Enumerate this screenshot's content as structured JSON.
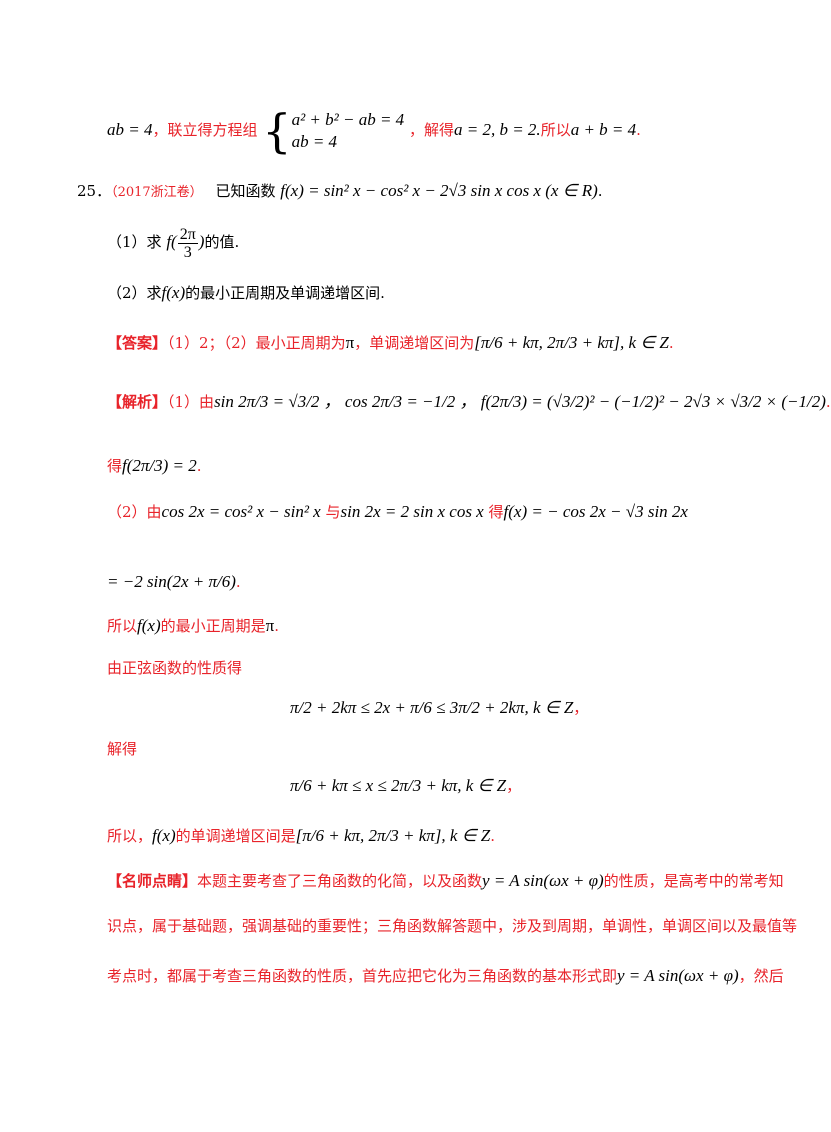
{
  "prev": {
    "ab_eq": "ab = 4",
    "comma1": "，",
    "text1": "联立得方程组",
    "sys_line1": "a² + b² − ab = 4",
    "sys_line2": "ab = 4",
    "text2": "，解得",
    "sol": "a = 2, b = 2.",
    "text3": "所以",
    "sum": "a + b = 4",
    "end": "."
  },
  "problem": {
    "number": "25．",
    "source": "（2017浙江卷）",
    "stem_text": "已知函数",
    "func": "f(x) = sin² x − cos² x − 2√3 sin x cos x (x ∈ R)",
    "period": ".",
    "q1_pre": "（1）求",
    "q1_post": "的值.",
    "q2_pre": "（2）求",
    "q2_fx": "f(x)",
    "q2_post": "的最小正周期及单调递增区间."
  },
  "answer": {
    "tag": "【答案】",
    "text": "（1）2；（2）最小正周期为",
    "pi": "π",
    "text2": "，单调递增区间为",
    "interval": "[π/6 + kπ, 2π/3 + kπ], k ∈ Z",
    "end": "."
  },
  "analysis": {
    "tag": "【解析】",
    "p1_pre": "（1）由",
    "p1_expr": "sin 2π/3 = √3/2 ， cos 2π/3 = −1/2 ， f(2π/3) = (√3/2)² − (−1/2)² − 2√3 × √3/2 × (−1/2)",
    "p1_result_pre": "得",
    "p1_result": "f(2π/3) = 2",
    "p2_pre": "（2）由",
    "p2_a": "cos 2x = cos² x − sin² x",
    "p2_and": "与",
    "p2_b": "sin 2x = 2 sin x cos x",
    "p2_de": "得",
    "p2_c": "f(x) = − cos 2x − √3 sin 2x",
    "p2_d": "= −2 sin(2x + π/6)",
    "p3_pre": "所以",
    "p3_fx": "f(x)",
    "p3_post": "的最小正周期是",
    "p3_pi": "π",
    "p4": "由正弦函数的性质得",
    "ineq1": "π/2 + 2kπ ≤ 2x + π/6 ≤ 3π/2 + 2kπ, k ∈ Z",
    "p5": "解得",
    "ineq2": "π/6 + kπ ≤ x ≤ 2π/3 + kπ, k ∈ Z",
    "p6_pre": "所以，",
    "p6_fx": "f(x)",
    "p6_post": "的单调递增区间是",
    "p6_interval": "[π/6 + kπ, 2π/3 + kπ], k ∈ Z"
  },
  "commentary": {
    "tag": "【名师点睛】",
    "line1_a": "本题主要考查了三角函数的化简，以及函数",
    "formula": "y = A sin(ωx + φ)",
    "line1_b": "的性质，是高考中的常考知",
    "line2": "识点，属于基础题，强调基础的重要性；三角函数解答题中，涉及到周期，单调性，单调区间以及最值等",
    "line3_a": "考点时，都属于考查三角函数的性质，首先应把它化为三角函数的基本形式即",
    "line3_b": "，然后"
  },
  "colors": {
    "red": "#e8232a",
    "black": "#000000"
  }
}
